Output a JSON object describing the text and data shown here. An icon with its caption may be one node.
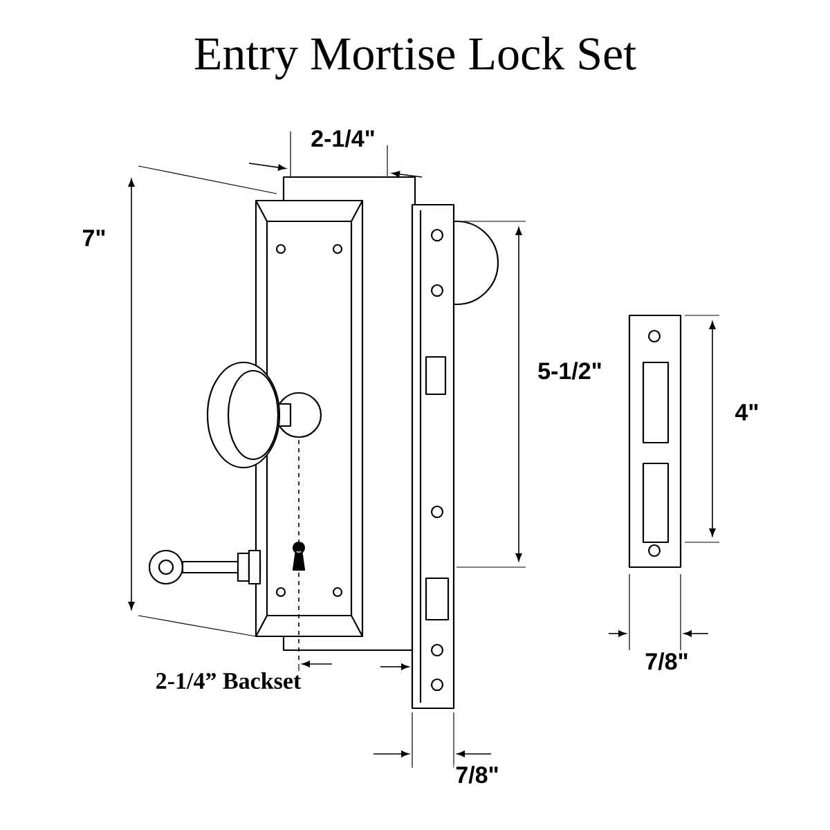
{
  "diagram": {
    "title": "Entry Mortise Lock Set",
    "labels": [
      "2-1/4\"",
      "7\"",
      "5-1/2\"",
      "4\"",
      "7/8\"",
      "2-1/4” Backset",
      "7/8\""
    ]
  }
}
